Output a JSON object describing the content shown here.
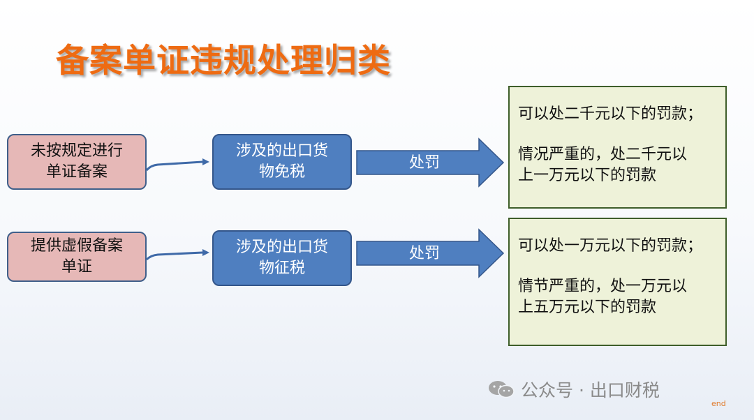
{
  "title": "备案单证违规处理归类",
  "rows": [
    {
      "violation": [
        "未按规定进行",
        "单证备案"
      ],
      "goods": [
        "涉及的出口货",
        "物免税"
      ],
      "arrow_label": "处罚",
      "result": {
        "line1": "可以处二千元以下的罚款；",
        "line2": [
          "情况严重的，处二千元以",
          "上一万元以下的罚款"
        ]
      }
    },
    {
      "violation": [
        "提供虚假备案",
        "单证"
      ],
      "goods": [
        "涉及的出口货",
        "物征税"
      ],
      "arrow_label": "处罚",
      "result": {
        "line1": "可以处一万元以下的罚款；",
        "line2": [
          "情节严重的，处一万元以",
          "上五万元以下的罚款"
        ]
      }
    }
  ],
  "watermark": "公众号 · 出口财税",
  "end_label": "end",
  "colors": {
    "title": "#ee6b12",
    "violation_fill": "#e6b8b7",
    "goods_fill": "#4f7fc0",
    "arrow_fill": "#4f7fc0",
    "result_fill": "#eef2d9"
  }
}
